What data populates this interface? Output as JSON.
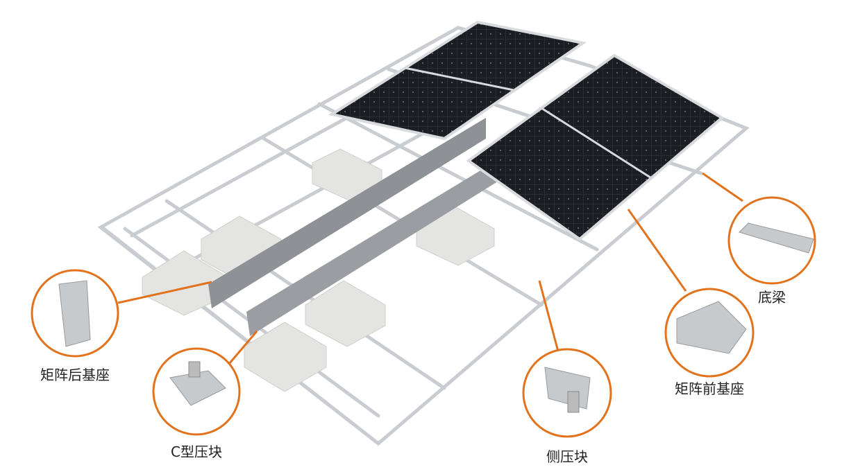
{
  "accent_color": "#e2731c",
  "labels": {
    "rear_base": "矩阵后基座",
    "c_clamp": "C型压块",
    "side_clamp": "侧压块",
    "front_base": "矩阵前基座",
    "bottom_beam": "底梁"
  }
}
